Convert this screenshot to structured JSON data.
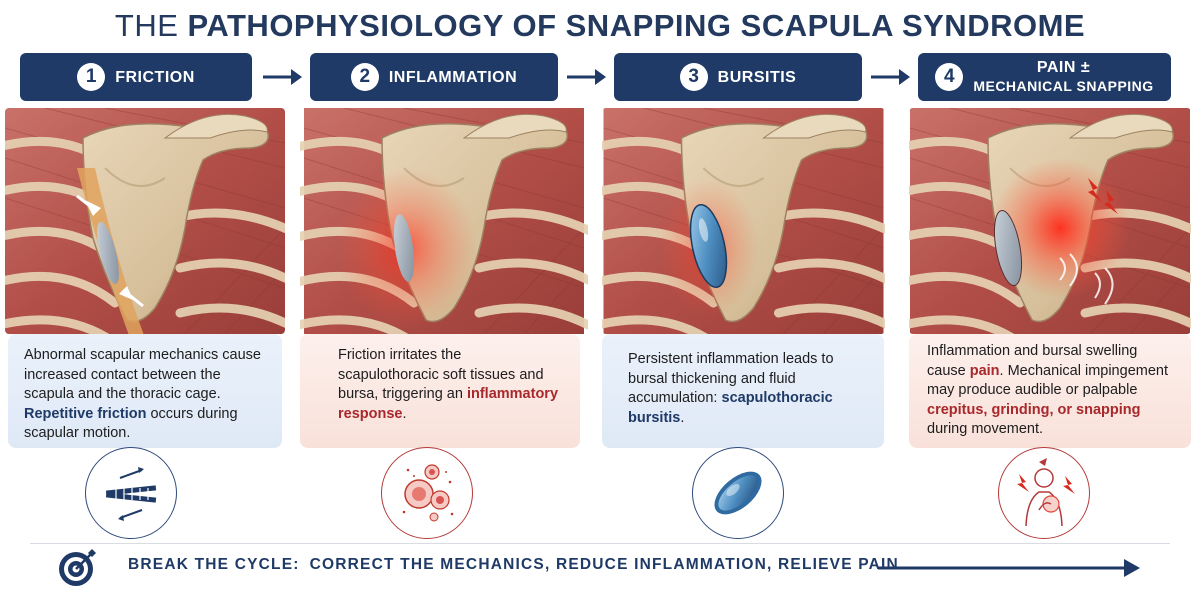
{
  "title": {
    "part1": "THE ",
    "part2": "PATHOPHYSIOLOGY OF SNAPPING SCAPULA SYNDROME"
  },
  "steps": [
    {
      "number": "1",
      "label": "FRICTION",
      "text_pre": "Abnormal scapular mechanics cause increased contact between the scapula and the thoracic cage. ",
      "highlight": "Repetitive friction",
      "text_post": " occurs during scapular motion.",
      "icon": "friction-icon"
    },
    {
      "number": "2",
      "label": "INFLAMMATION",
      "text_pre": "Friction irritates the scapulothoracic soft tissues and bursa, triggering an ",
      "highlight": "inflammatory response",
      "text_post": ".",
      "icon": "inflammation-cells-icon"
    },
    {
      "number": "3",
      "label": "BURSITIS",
      "text_pre": "Persistent inflammation leads to bursal thickening and fluid accumulation: ",
      "highlight": "scapulothoracic bursitis",
      "text_post": ".",
      "icon": "bursa-icon"
    },
    {
      "number": "4",
      "label_line1": "PAIN ±",
      "label_line2": "MECHANICAL SNAPPING",
      "text_pre": "Inflammation and bursal swelling cause ",
      "highlight": "pain",
      "text_mid": ". Mechanical impingement may produce audible or palpable ",
      "highlight2": "crepitus, grinding, or snapping",
      "text_post": " during movement.",
      "icon": "pain-person-icon"
    }
  ],
  "footer": {
    "lead": "BREAK THE CYCLE:",
    "message": "CORRECT THE MECHANICS, REDUCE INFLAMMATION, RELIEVE PAIN",
    "icon": "target-icon"
  },
  "colors": {
    "navy": "#1f3a66",
    "accent_red": "#a8282b",
    "blue_box": "#e4edf8",
    "pink_box": "#fbe8e2",
    "bone": "#d9c3a2",
    "muscle": "#b9564e"
  }
}
